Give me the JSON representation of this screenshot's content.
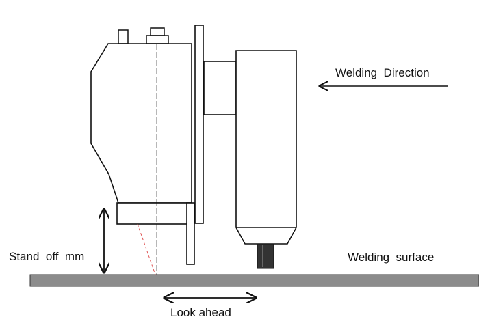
{
  "labels": {
    "welding_direction": "Welding  Direction",
    "stand_off": "Stand  off  mm",
    "welding_surface": "Welding  surface",
    "look_ahead": "Look ahead"
  },
  "colors": {
    "stroke": "#111111",
    "surface": "#8c8c8c",
    "laser": "#e05555",
    "tip": "#333333"
  }
}
